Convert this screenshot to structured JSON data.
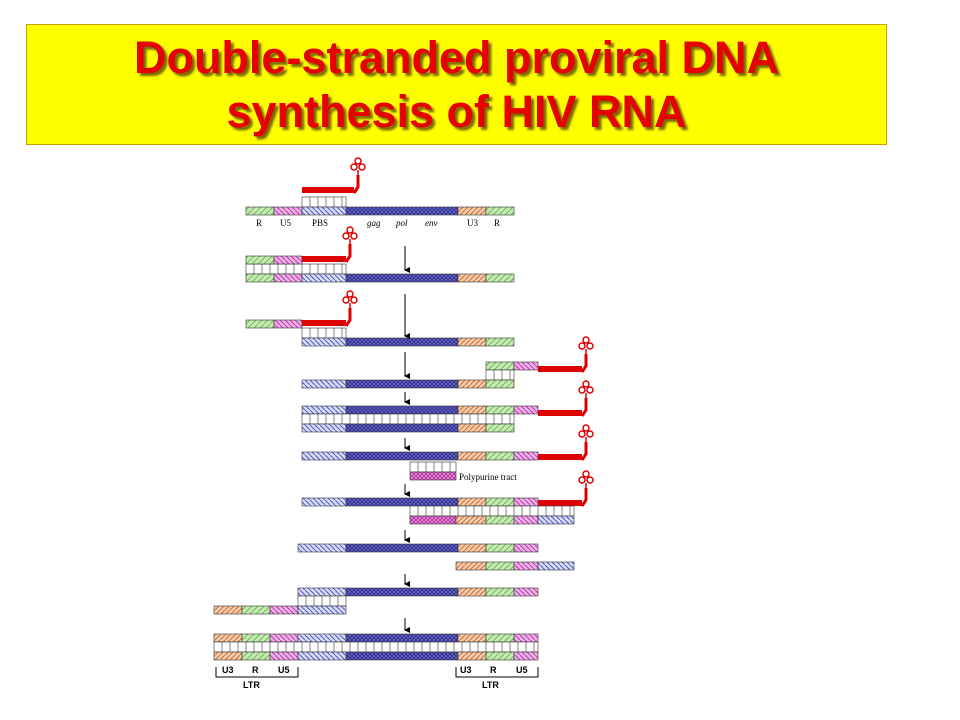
{
  "title": {
    "line1": "Double-stranded proviral DNA",
    "line2": "synthesis of HIV RNA"
  },
  "labels": {
    "r_left": "R",
    "u5_top": "U5",
    "pbs": "PBS",
    "gag": "gag",
    "pol": "pol",
    "env": "env",
    "u3_top": "U3",
    "r_right": "R",
    "polypurine": "Polypurine tract",
    "u3_a": "U3",
    "r_a": "R",
    "u5_a": "U5",
    "u3_b": "U3",
    "r_b": "R",
    "u5_b": "U5",
    "ltr_left": "LTR",
    "ltr_right": "LTR"
  },
  "colors": {
    "title_bg": "#ffff00",
    "title_text": "#e60000",
    "primer": "#dd0000",
    "r_region": "#b8e6a0",
    "u5_region": "#e8a0e0",
    "pbs_region": "#b0b4e8",
    "coding_region": "#4a4ab0",
    "u3_region": "#f0b890"
  }
}
